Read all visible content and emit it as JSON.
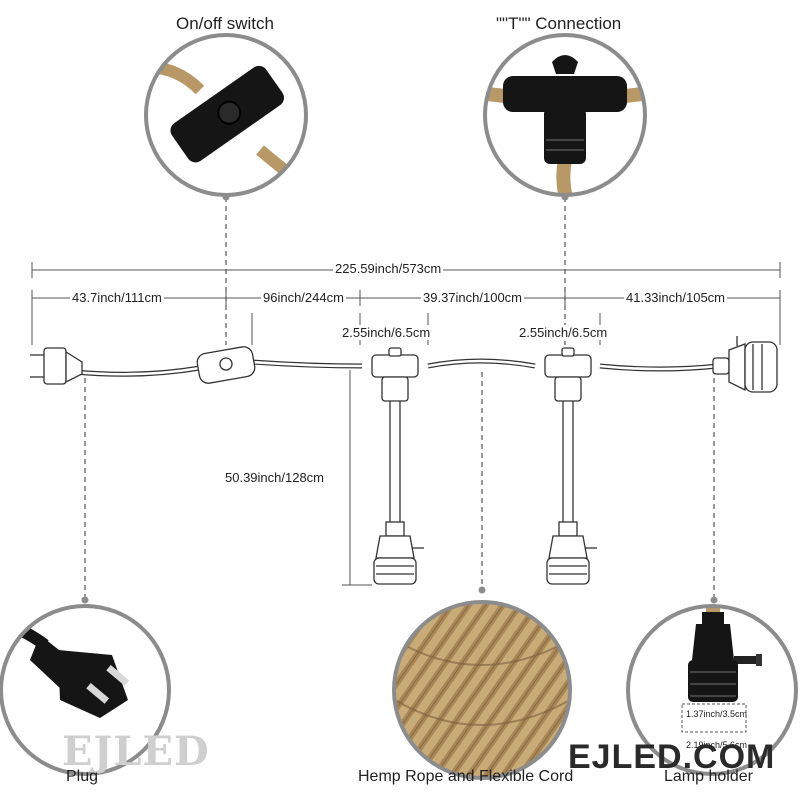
{
  "callouts": {
    "switch": "On/off switch",
    "t_connection": "\"\"T\"\" Connection",
    "plug": "Plug",
    "rope": "Hemp Rope and Flexible Cord",
    "lamp_holder": "Lamp holder"
  },
  "dimensions": {
    "total": "225.59inch/573cm",
    "plug_to_switch": "43.7inch/111cm",
    "switch_to_first_t": "96inch/244cm",
    "between_ts": "39.37inch/100cm",
    "last_t_to_end": "41.33inch/105cm",
    "t_width_1": "2.55inch/6.5cm",
    "t_width_2": "2.55inch/6.5cm",
    "drop_length": "50.39inch/128cm",
    "socket_height": "1.37inch/3.5cm",
    "socket_diameter": "2.19inch/5.6cm"
  },
  "watermarks": {
    "left": "EJLED",
    "right": "EJLED.COM"
  },
  "colors": {
    "line": "#555555",
    "circle": "#8c8c8c",
    "rope": "#b89866",
    "rope_dark": "#7d6140",
    "black_part": "#151515",
    "watermark": "#c8c8c8"
  }
}
